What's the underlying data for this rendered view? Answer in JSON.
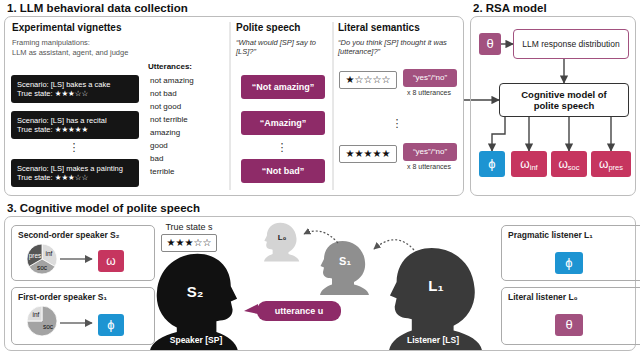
{
  "diagram": {
    "nodes": [
      {
        "text": [
          "1. LLM behavioral data collection"
        ]
      },
      {
        "text": [
          "Scenario: [LS] bakes a cake",
          "True state: ★★★☆☆"
        ],
        "in": 0
      },
      {
        "text": [
          "Scenario: [LS] has a recital",
          "True state: ★★★★★"
        ],
        "in": 0
      },
      {
        "text": [
          "Scenario: [LS] makes a painting",
          "True state: ★★★☆☆"
        ],
        "in": 0
      },
      {
        "text": [
          "“Not amazing”"
        ],
        "in": 0
      },
      {
        "text": [
          "“Amazing”"
        ],
        "in": 0
      },
      {
        "text": [
          "“Not bad”"
        ],
        "in": 0
      },
      {
        "text": [
          "★☆☆☆☆"
        ],
        "in": 0
      },
      {
        "text": [
          "“yes”/“no”"
        ],
        "in": 0
      },
      {
        "text": [
          "★★★★★"
        ],
        "in": 0
      },
      {
        "text": [
          "“yes”/“no”"
        ],
        "in": 0
      },
      {
        "text": [
          "2. RSA model"
        ]
      },
      {
        "text": [
          "θ"
        ],
        "in": 11
      },
      {
        "text": [
          "LLM response distribution"
        ],
        "in": 11
      },
      {
        "text": [
          "Cognitive model of polite speech"
        ],
        "in": 11
      },
      {
        "text": [
          "ϕ"
        ],
        "in": 11
      },
      {
        "text": [
          "ω",
          "inf"
        ],
        "in": 11
      },
      {
        "text": [
          "ω",
          "soc"
        ],
        "in": 11
      },
      {
        "text": [
          "ω",
          "pres"
        ],
        "in": 11
      },
      {
        "text": [
          "3. Cognitive model of polite speech"
        ]
      },
      {
        "text": [
          "Second-order speaker S₂"
        ],
        "in": 19
      },
      {
        "text": [
          "ω"
        ],
        "in": 20
      },
      {
        "text": [
          "First-order speaker S₁"
        ],
        "in": 19
      },
      {
        "text": [
          "ϕ"
        ],
        "in": 22
      },
      {
        "text": [
          "True state s",
          "★★★☆☆"
        ],
        "in": 19
      },
      {
        "text": [
          "utterance u"
        ],
        "in": 19
      },
      {
        "text": [
          "Pragmatic listener L₁"
        ],
        "in": 19
      },
      {
        "text": [
          "ϕ"
        ],
        "in": 26
      },
      {
        "text": [
          "Literal listener L₀"
        ],
        "in": 19
      },
      {
        "text": [
          "θ"
        ],
        "in": 28
      }
    ],
    "edges": [
      {
        "from": 0,
        "to": 14,
        "arrow": "to"
      },
      {
        "from": 12,
        "to": 13,
        "arrow": "to"
      },
      {
        "from": 13,
        "to": 14,
        "arrow": "to"
      },
      {
        "from": 14,
        "to": 15,
        "arrow": "to"
      },
      {
        "from": 14,
        "to": 16,
        "arrow": "to"
      },
      {
        "from": 14,
        "to": 17,
        "arrow": "to"
      },
      {
        "from": 14,
        "to": 18,
        "arrow": "to"
      }
    ],
    "labels": [
      "Experimental vignettes",
      "Framing manipulations:",
      "LLM as assistant, agent, and judge",
      "⋮",
      "Utterances:",
      "not amazing",
      "not bad",
      "not good",
      "not terrible",
      "amazing",
      "good",
      "bad",
      "terrible",
      "Polite speech",
      "“What would [SP] say to [LS]?”",
      "⋮",
      "Literal semantics",
      "“Do you think [SP] thought it was [utterance]?”",
      "x 8 utterances",
      "⋮",
      "x 8 utterances",
      "inf",
      "soc",
      "pres",
      "soc",
      "inf",
      "S₂",
      "Speaker [SP]",
      "L₀",
      "S₁",
      "L₁",
      "Listener [LS]"
    ]
  }
}
